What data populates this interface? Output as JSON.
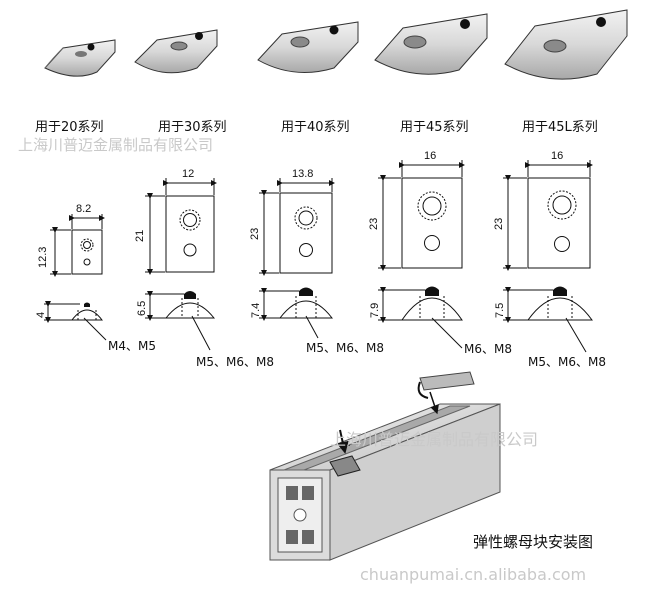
{
  "watermark_top": "上海川普迈金属制品有限公司",
  "watermark_mid": "上海川普迈金属制品有限公司",
  "watermark_bottom": "chuanpumai.cn.alibaba.com",
  "series_labels": [
    "用于20系列",
    "用于30系列",
    "用于40系列",
    "用于45系列",
    "用于45L系列"
  ],
  "width_dims": [
    "8.2",
    "12",
    "13.8",
    "16",
    "16"
  ],
  "height_dims": [
    "12.3",
    "21",
    "23",
    "23",
    "23"
  ],
  "profile_heights": [
    "4",
    "6.5",
    "7.4",
    "7.9",
    "7.5"
  ],
  "thread_labels": [
    "M4、M5",
    "M5、M6、M8",
    "M5、M6、M8",
    "M6、M8",
    "M5、M6、M8"
  ],
  "caption": "弹性螺母块安装图"
}
